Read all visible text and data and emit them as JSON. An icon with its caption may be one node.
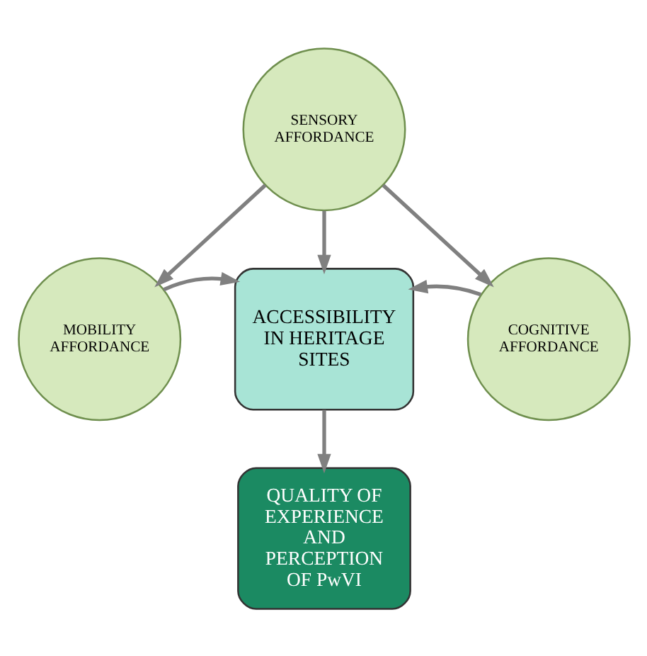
{
  "diagram": {
    "nodes": [
      {
        "text": [
          "SENSORY AFFORDANCE"
        ]
      },
      {
        "text": [
          "MOBILITY AFFORDANCE"
        ]
      },
      {
        "text": [
          "ACCESSIBILITY IN HERITAGE SITES"
        ]
      },
      {
        "text": [
          "COGNITIVE AFFORDANCE"
        ]
      },
      {
        "text": [
          "QUALITY OF EXPERIENCE AND PERCEPTION OF PwVI"
        ]
      }
    ],
    "edges": [
      {
        "from": 0,
        "to": 1,
        "arrow": "to"
      },
      {
        "from": 0,
        "to": 2,
        "arrow": "to"
      },
      {
        "from": 0,
        "to": 3,
        "arrow": "to"
      },
      {
        "from": 1,
        "to": 2,
        "arrow": "to"
      },
      {
        "from": 3,
        "to": 2,
        "arrow": "to"
      },
      {
        "from": 2,
        "to": 4,
        "arrow": "to"
      }
    ]
  }
}
